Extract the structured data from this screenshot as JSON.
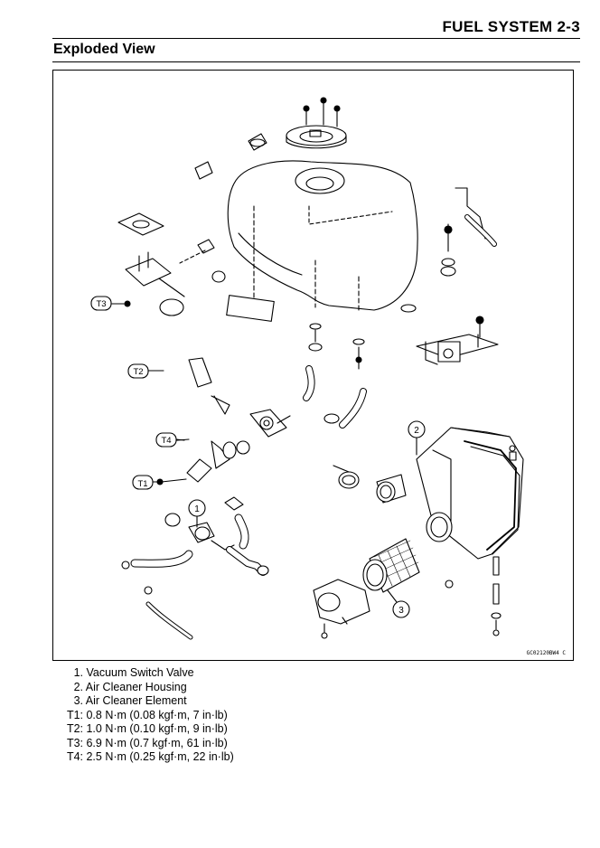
{
  "header": {
    "chapter": "FUEL SYSTEM 2-3"
  },
  "section": {
    "title": "Exploded View"
  },
  "figure": {
    "code": "GC02120BW4 C",
    "callouts": {
      "c1": "1",
      "c2": "2",
      "c3": "3",
      "t1": "T1",
      "t2": "T2",
      "t3": "T3",
      "t4": "T4"
    }
  },
  "legend": [
    {
      "num": "1.",
      "text": "Vacuum Switch Valve"
    },
    {
      "num": "2.",
      "text": "Air Cleaner Housing"
    },
    {
      "num": "3.",
      "text": "Air Cleaner Element"
    },
    {
      "num": "T1:",
      "text": "0.8 N·m (0.08 kgf·m, 7 in·lb)"
    },
    {
      "num": "T2:",
      "text": "1.0 N·m (0.10 kgf·m, 9 in·lb)"
    },
    {
      "num": "T3:",
      "text": "6.9 N·m (0.7 kgf·m, 61 in·lb)"
    },
    {
      "num": "T4:",
      "text": "2.5 N·m (0.25 kgf·m, 22 in·lb)"
    }
  ]
}
